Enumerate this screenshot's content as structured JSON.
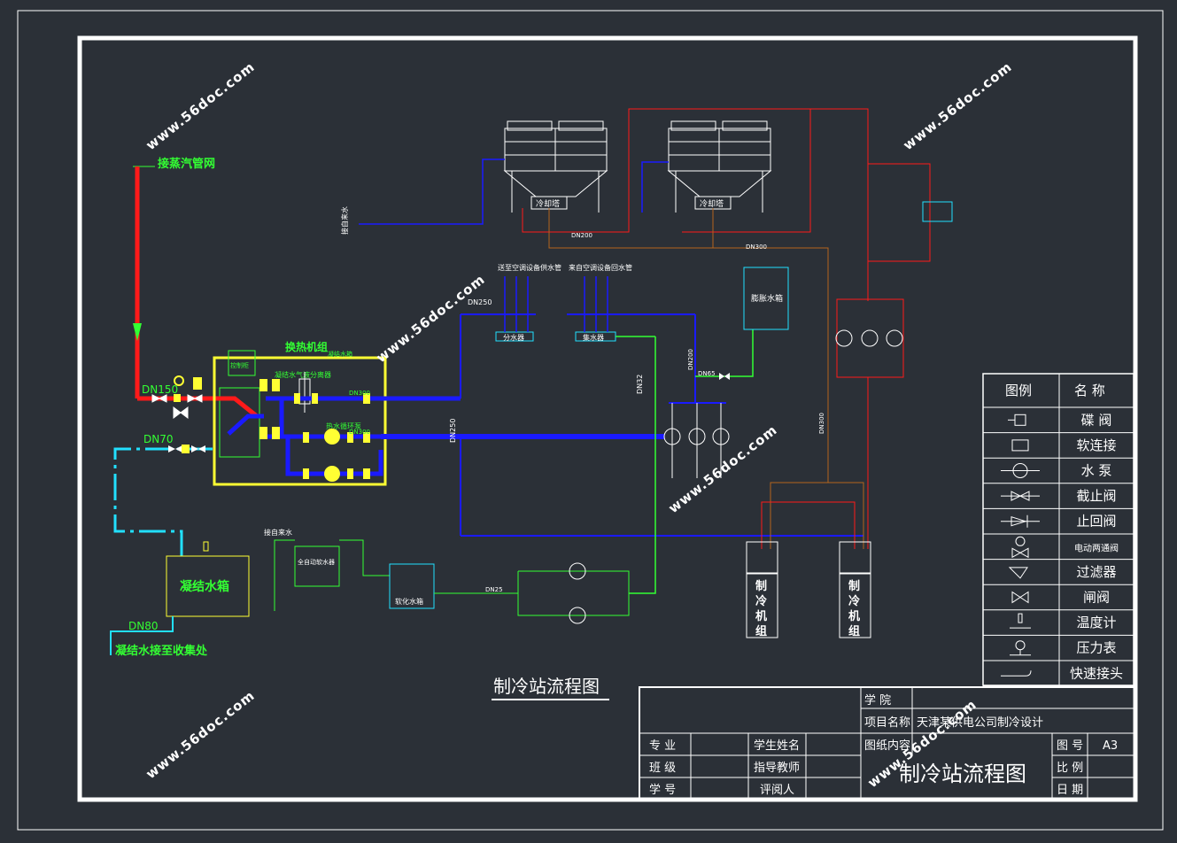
{
  "drawing": {
    "title": "制冷站流程图",
    "legend": {
      "header": [
        "图例",
        "名 称"
      ],
      "items": [
        "碟 阀",
        "软连接",
        "水 泵",
        "截止阀",
        "止回阀",
        "电动两通阀",
        "过滤器",
        "闸阀",
        "温度计",
        "压力表",
        "快速接头"
      ]
    },
    "title_block": {
      "college_label": "学 院",
      "project_label": "项目名称",
      "project_value": "天津某供电公司制冷设计",
      "content_label": "图纸内容",
      "content_value": "制冷站流程图",
      "major_label": "专 业",
      "class_label": "班 级",
      "id_label": "学 号",
      "student_label": "学生姓名",
      "advisor_label": "指导教师",
      "reviewer_label": "评阅人",
      "drawing_no_label": "图 号",
      "drawing_no_value": "A3",
      "scale_label": "比 例",
      "date_label": "日 期"
    },
    "labels": {
      "steam_net": "接蒸汽管网",
      "heat_exchanger_unit": "换热机组",
      "dn150": "DN150",
      "dn70": "DN70",
      "dn80": "DN80",
      "condensate_tank": "凝结水箱",
      "condensate_to_collect": "凝结水接至收集处",
      "cooling_tower_1": "冷却塔",
      "cooling_tower_2": "冷却塔",
      "expansion_tank": "膨胀水箱",
      "softened_tank": "软化水箱",
      "auto_softener": "全自动软水器",
      "tap_water_1": "接自来水",
      "tap_water_2": "接自来水",
      "chiller_1": "制冷机组",
      "chiller_2": "制冷机组",
      "supply_to_ahu": "送至空调设备供水管",
      "return_from_ahu": "来自空调设备回水管",
      "sep_water": "分水器",
      "col_water": "集水器",
      "dn250": "DN250",
      "dn200": "DN200",
      "dn300": "DN300",
      "dn25": "DN25",
      "dn65": "DN65",
      "dn32": "DN32",
      "condensate_tank_hx": "凝结水箱",
      "control_cabinet": "控制柜",
      "circ_pump": "热水循环泵",
      "deaerator": "凝结水气液分离器"
    },
    "watermark": "www.56doc.com"
  }
}
